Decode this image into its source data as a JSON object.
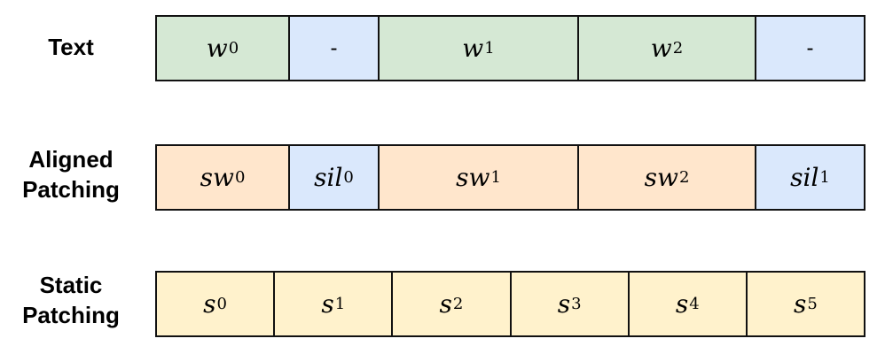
{
  "rows": [
    {
      "label_lines": [
        "Text"
      ],
      "cells": [
        {
          "kind": "word",
          "base": "w",
          "sub": "0"
        },
        {
          "kind": "gap",
          "base": "-",
          "sub": ""
        },
        {
          "kind": "word",
          "base": "w",
          "sub": "1"
        },
        {
          "kind": "word",
          "base": "w",
          "sub": "2"
        },
        {
          "kind": "gap",
          "base": "-",
          "sub": ""
        }
      ]
    },
    {
      "label_lines": [
        "Aligned",
        "Patching"
      ],
      "cells": [
        {
          "kind": "speech",
          "base": "sw",
          "sub": "0"
        },
        {
          "kind": "silence",
          "base": "sil",
          "sub": "0"
        },
        {
          "kind": "speech",
          "base": "sw",
          "sub": "1"
        },
        {
          "kind": "speech",
          "base": "sw",
          "sub": "2"
        },
        {
          "kind": "silence",
          "base": "sil",
          "sub": "1"
        }
      ]
    },
    {
      "label_lines": [
        "Static",
        "Patching"
      ],
      "cells": [
        {
          "kind": "static",
          "base": "s",
          "sub": "0"
        },
        {
          "kind": "static",
          "base": "s",
          "sub": "1"
        },
        {
          "kind": "static",
          "base": "s",
          "sub": "2"
        },
        {
          "kind": "static",
          "base": "s",
          "sub": "3"
        },
        {
          "kind": "static",
          "base": "s",
          "sub": "4"
        },
        {
          "kind": "static",
          "base": "s",
          "sub": "5"
        }
      ]
    }
  ],
  "colors": {
    "word": "#d5e8d4",
    "gap": "#dae8fc",
    "speech": "#ffe6cc",
    "silence": "#dae8fc",
    "static": "#fff2cc",
    "border": "#111111"
  }
}
